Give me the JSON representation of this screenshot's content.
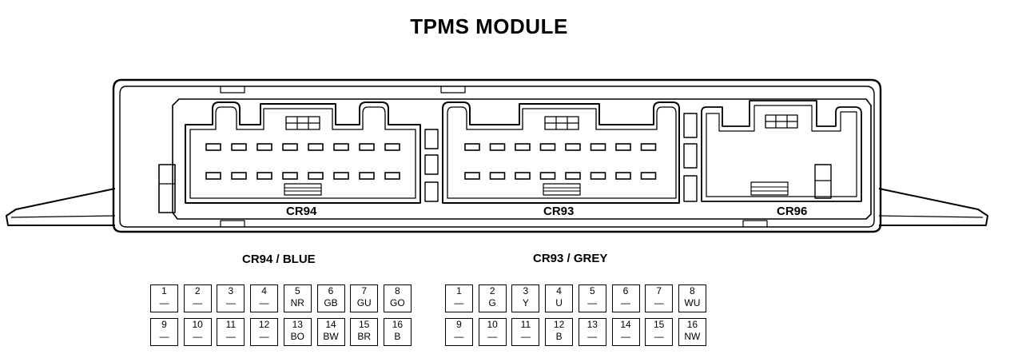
{
  "title": "TPMS MODULE",
  "connectors": {
    "cr94": "CR94",
    "cr93": "CR93",
    "cr96": "CR96"
  },
  "tables": [
    {
      "label": "CR94 / BLUE",
      "pins": [
        {
          "n": "1",
          "c": "—"
        },
        {
          "n": "2",
          "c": "—"
        },
        {
          "n": "3",
          "c": "—"
        },
        {
          "n": "4",
          "c": "—"
        },
        {
          "n": "5",
          "c": "NR"
        },
        {
          "n": "6",
          "c": "GB"
        },
        {
          "n": "7",
          "c": "GU"
        },
        {
          "n": "8",
          "c": "GO"
        },
        {
          "n": "9",
          "c": "—"
        },
        {
          "n": "10",
          "c": "—"
        },
        {
          "n": "11",
          "c": "—"
        },
        {
          "n": "12",
          "c": "—"
        },
        {
          "n": "13",
          "c": "BO"
        },
        {
          "n": "14",
          "c": "BW"
        },
        {
          "n": "15",
          "c": "BR"
        },
        {
          "n": "16",
          "c": "B"
        }
      ]
    },
    {
      "label": "CR93 / GREY",
      "pins": [
        {
          "n": "1",
          "c": "—"
        },
        {
          "n": "2",
          "c": "G"
        },
        {
          "n": "3",
          "c": "Y"
        },
        {
          "n": "4",
          "c": "U"
        },
        {
          "n": "5",
          "c": "—"
        },
        {
          "n": "6",
          "c": "—"
        },
        {
          "n": "7",
          "c": "—"
        },
        {
          "n": "8",
          "c": "WU"
        },
        {
          "n": "9",
          "c": "—"
        },
        {
          "n": "10",
          "c": "—"
        },
        {
          "n": "11",
          "c": "—"
        },
        {
          "n": "12",
          "c": "B"
        },
        {
          "n": "13",
          "c": "—"
        },
        {
          "n": "14",
          "c": "—"
        },
        {
          "n": "15",
          "c": "—"
        },
        {
          "n": "16",
          "c": "NW"
        }
      ]
    }
  ]
}
